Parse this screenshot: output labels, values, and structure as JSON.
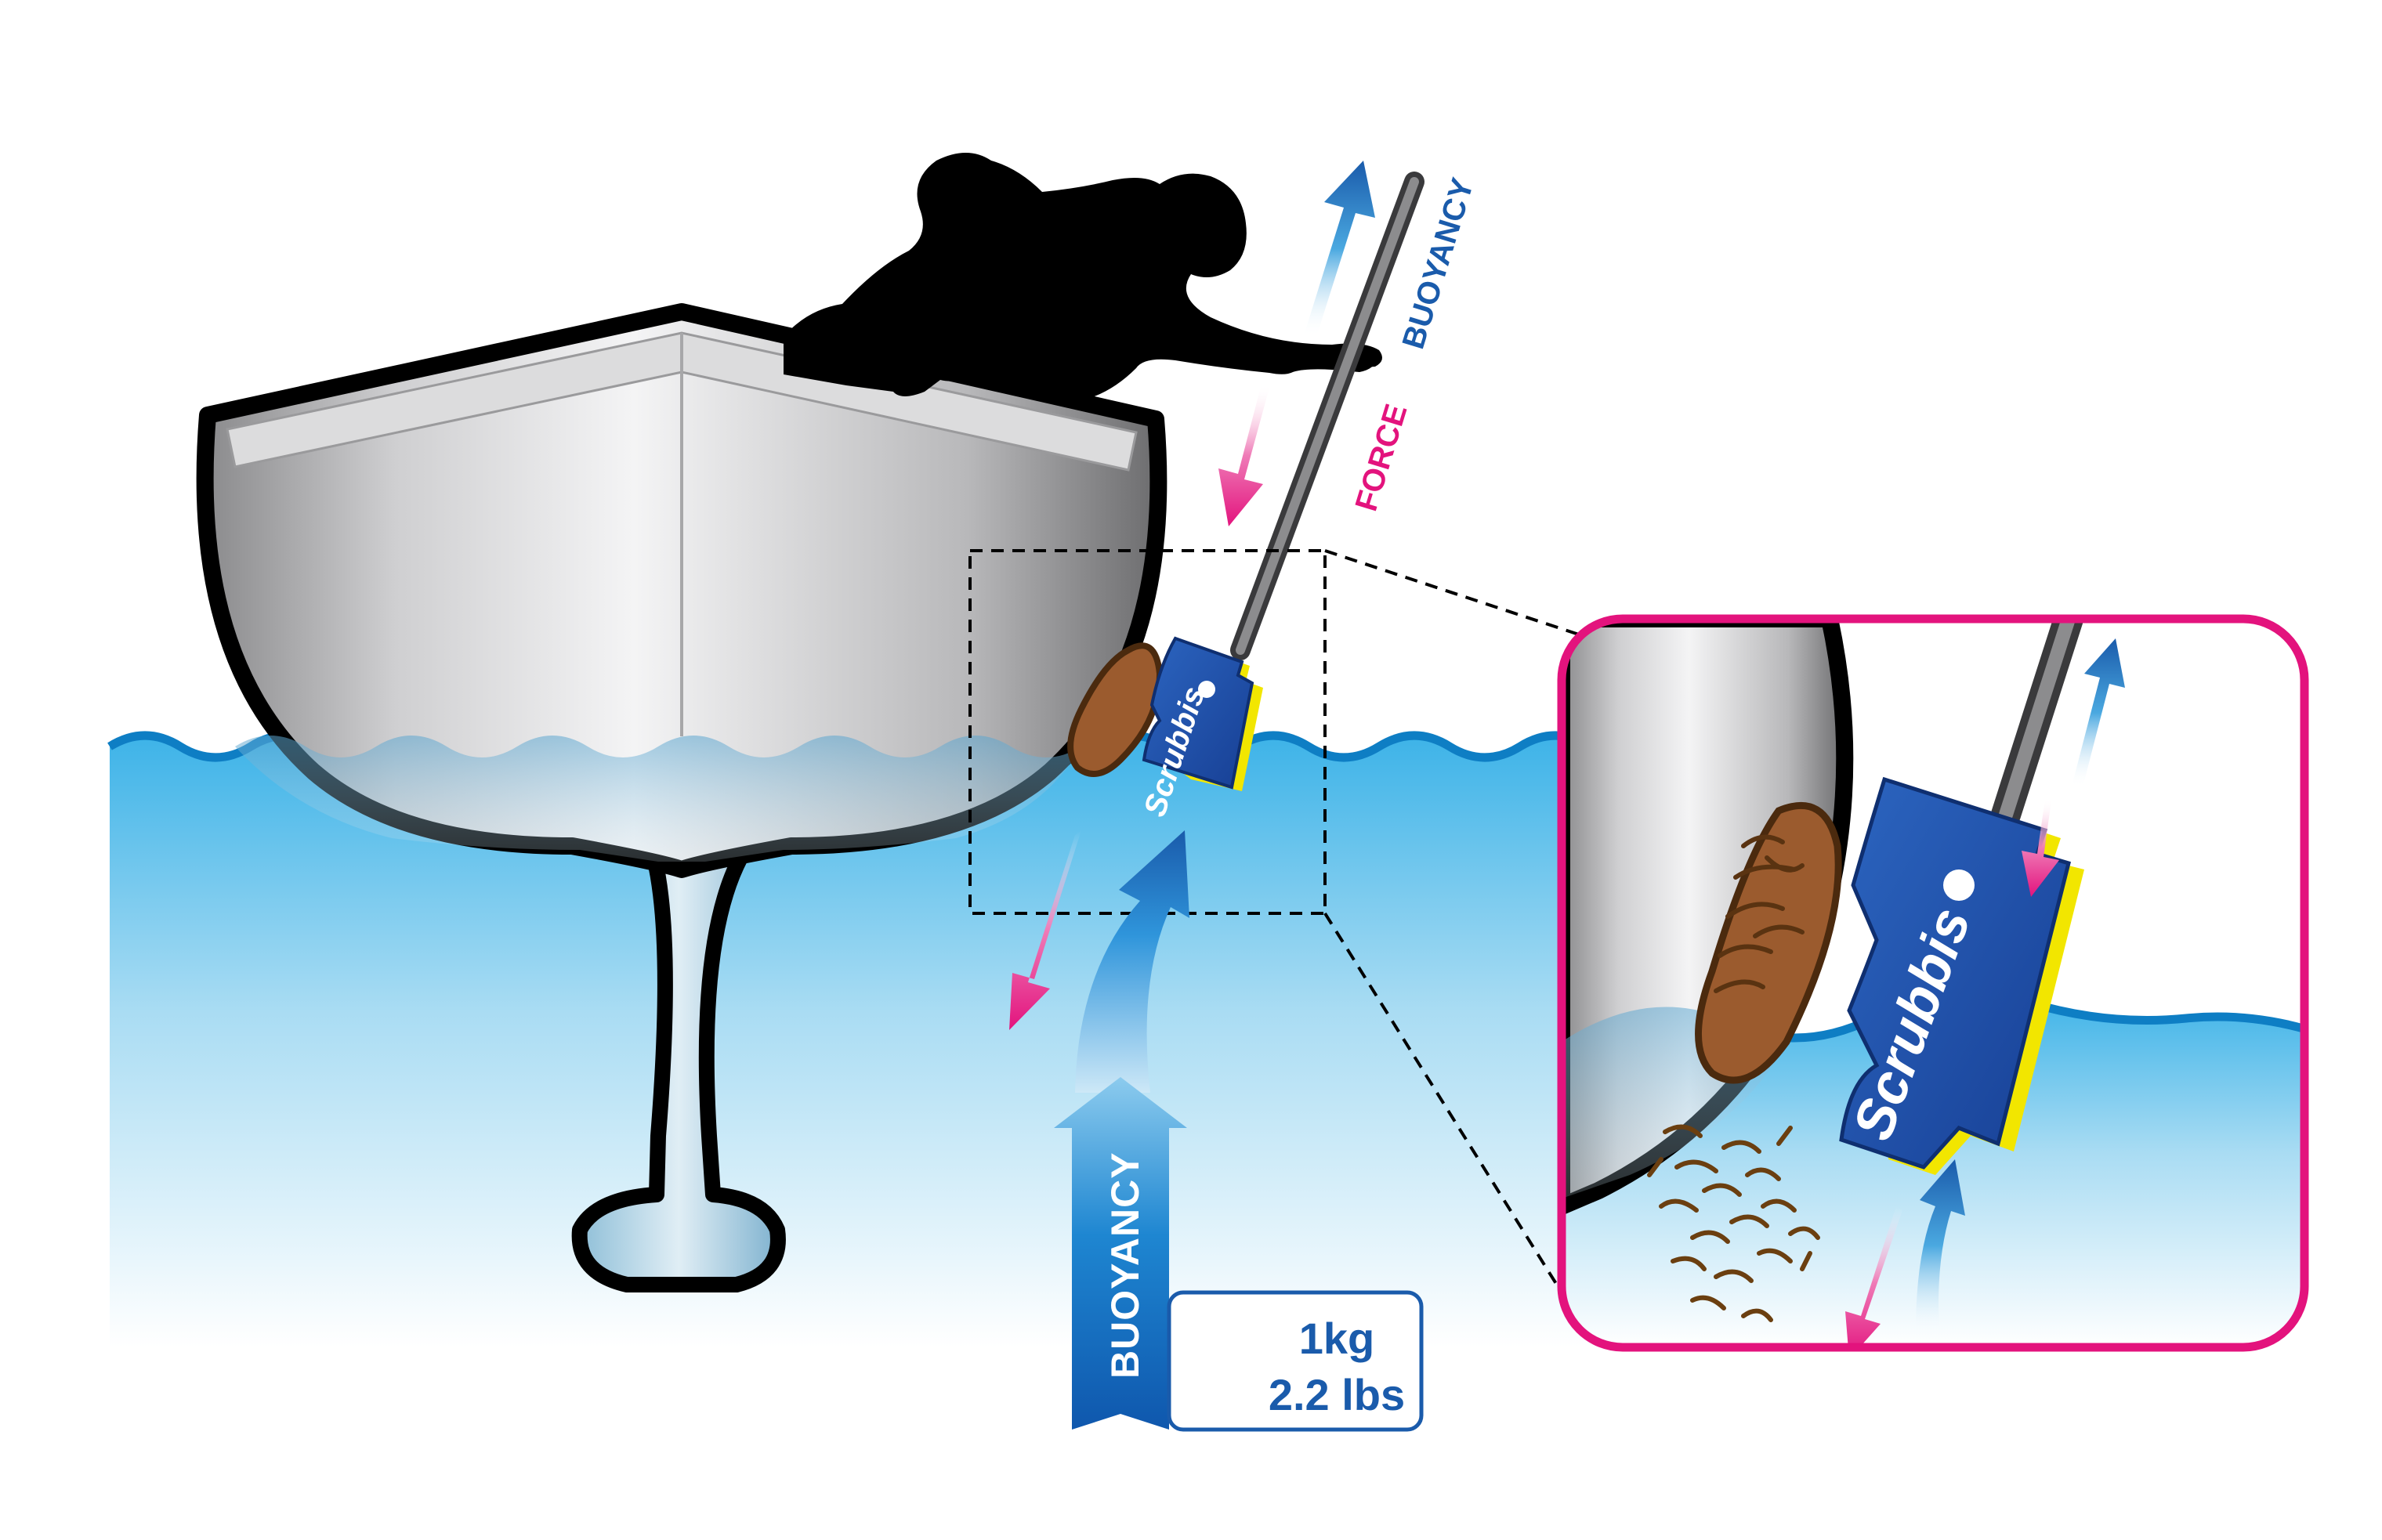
{
  "labels": {
    "buoyancy_main": "BUOYANCY",
    "weight_kg": "1kg",
    "weight_lbs": "2.2 lbs",
    "buoyancy_top": "BUOYANCY",
    "force_top": "FORCE",
    "brand": "Scrubbis"
  },
  "colors": {
    "blue": "#1a5bab",
    "light_blue": "#28a6e3",
    "magenta": "#e3137d",
    "water_line": "#0e7ec4",
    "yellow": "#f2e600",
    "debris": "#6b3f10",
    "brush": "#9b5b2e"
  }
}
